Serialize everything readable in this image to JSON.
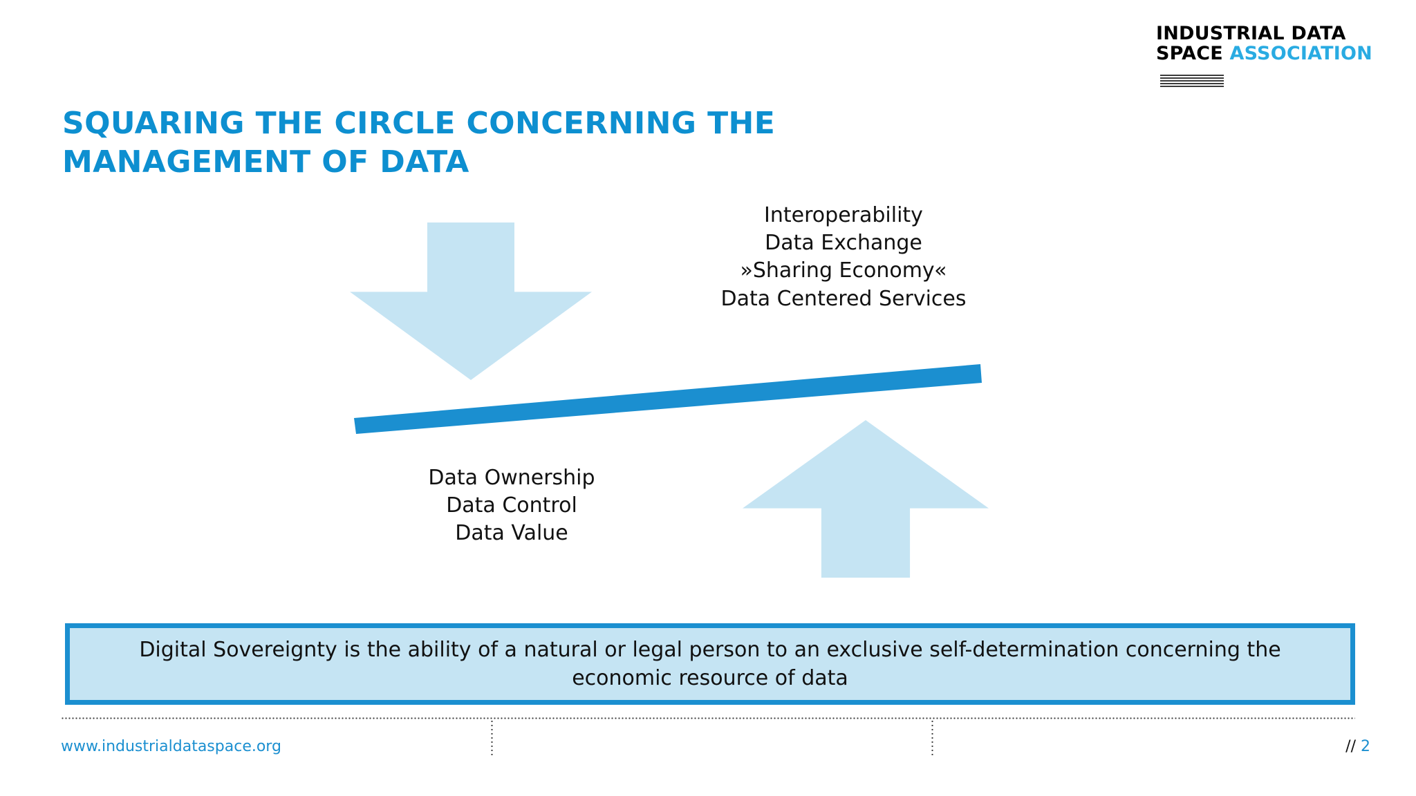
{
  "slide": {
    "title_lines": [
      "SQUARING THE CIRCLE CONCERNING THE",
      "MANAGEMENT OF DATA"
    ],
    "accent_color": "#0d8fd0",
    "arrow_fill": "#c5e4f3",
    "bar_color": "#1b8fd0"
  },
  "logo": {
    "line1": "INDUSTRIAL DATA",
    "line2_bold": "SPACE ",
    "line2_accent": "ASSOCIATION",
    "accent_color": "#29abe2",
    "stripes_name": "striped-bar-graphic"
  },
  "diagram": {
    "down_arrow_name": "down-arrow",
    "up_arrow_name": "up-arrow",
    "balance_bar_name": "tilted-balance-bar",
    "right_group": [
      "Interoperability",
      "Data Exchange",
      "»Sharing Economy«",
      "Data Centered Services"
    ],
    "left_group": [
      "Data Ownership",
      "Data Control",
      "Data Value"
    ]
  },
  "callout": {
    "text": "Digital Sovereignty is the ability of a natural or legal person to an exclusive self-determination concerning the economic resource of data",
    "fill": "#c5e4f3",
    "border": "#1b8fd0"
  },
  "footer": {
    "url": "www.industrialdataspace.org",
    "page_prefix": "//",
    "page_number": "2"
  }
}
